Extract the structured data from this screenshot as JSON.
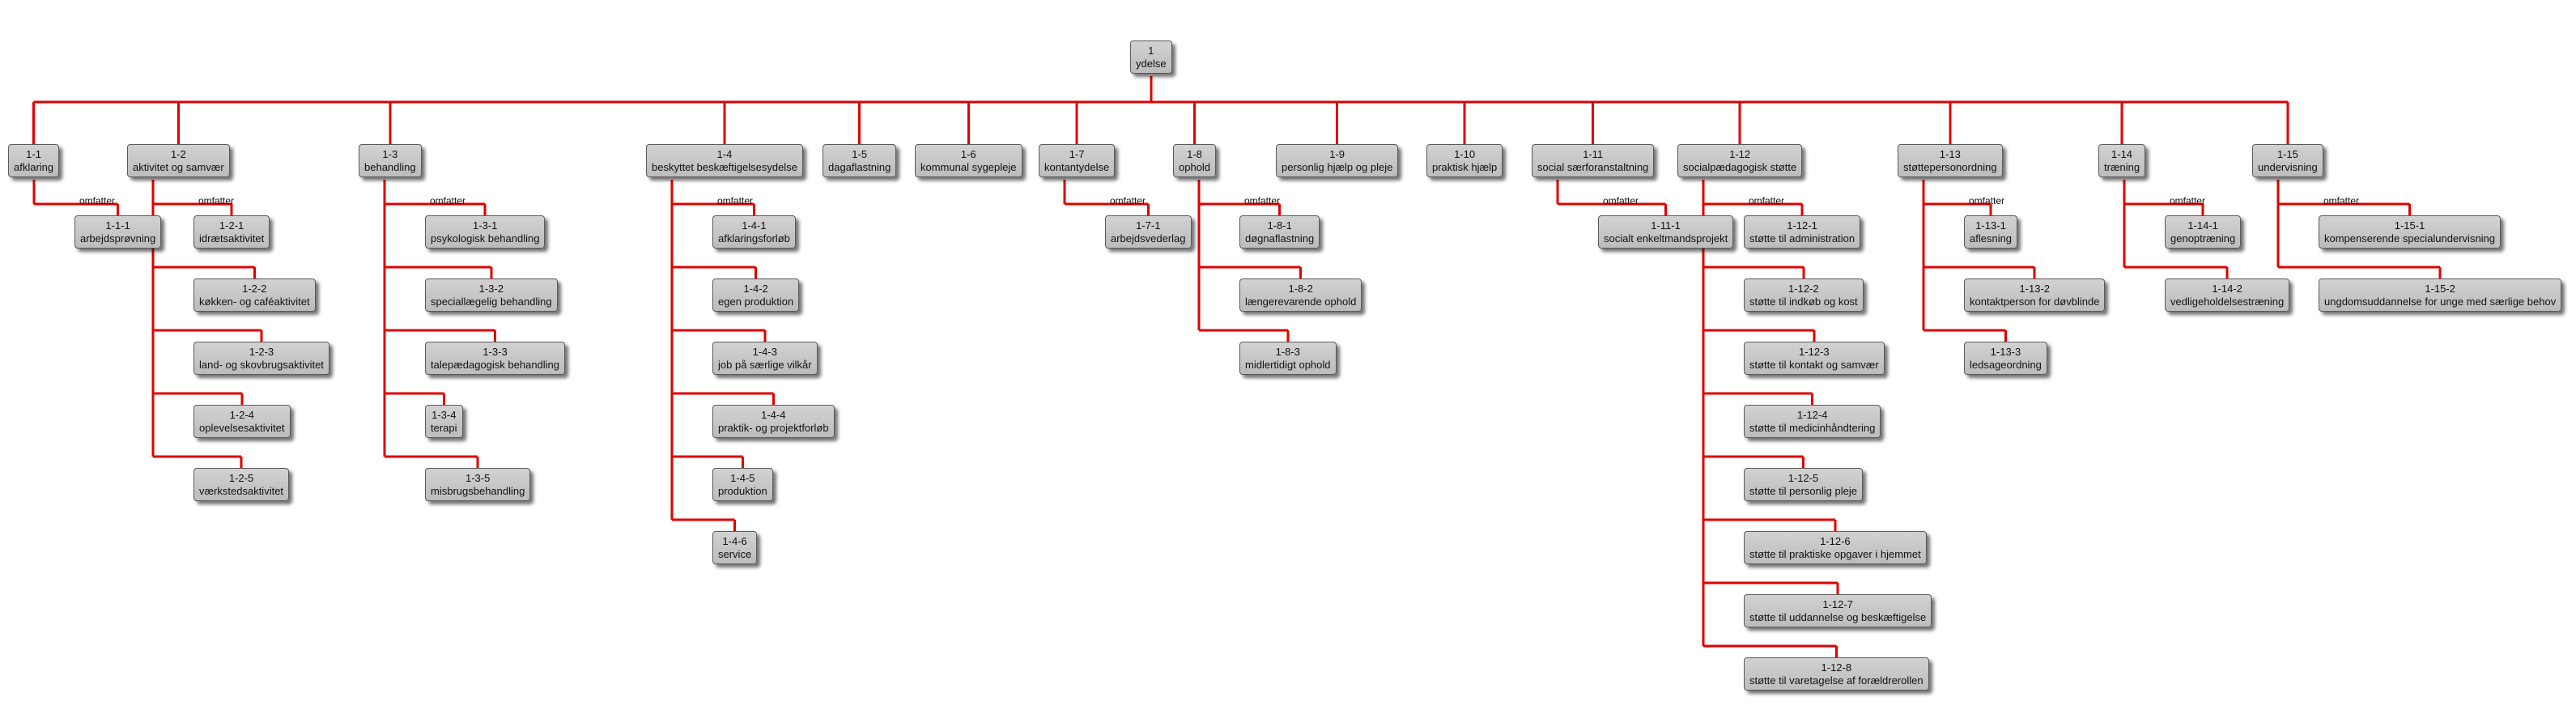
{
  "diagram": {
    "relation_label": "omfatter",
    "line_color": "#e00000",
    "root": {
      "code": "1",
      "label": "ydelse"
    },
    "groups": [
      {
        "code": "1-1",
        "label": "afklaring",
        "children": [
          {
            "code": "1-1-1",
            "label": "arbejdsprøvning"
          }
        ]
      },
      {
        "code": "1-2",
        "label": "aktivitet og samvær",
        "children": [
          {
            "code": "1-2-1",
            "label": "idrætsaktivitet"
          },
          {
            "code": "1-2-2",
            "label": "køkken- og caféaktivitet"
          },
          {
            "code": "1-2-3",
            "label": "land- og skovbrugsaktivitet"
          },
          {
            "code": "1-2-4",
            "label": "oplevelsesaktivitet"
          },
          {
            "code": "1-2-5",
            "label": "værkstedsaktivitet"
          }
        ]
      },
      {
        "code": "1-3",
        "label": "behandling",
        "children": [
          {
            "code": "1-3-1",
            "label": "psykologisk behandling"
          },
          {
            "code": "1-3-2",
            "label": "speciallægelig behandling"
          },
          {
            "code": "1-3-3",
            "label": "talepædagogisk behandling"
          },
          {
            "code": "1-3-4",
            "label": "terapi"
          },
          {
            "code": "1-3-5",
            "label": "misbrugsbehandling"
          }
        ]
      },
      {
        "code": "1-4",
        "label": "beskyttet beskæftigelsesydelse",
        "children": [
          {
            "code": "1-4-1",
            "label": "afklaringsforløb"
          },
          {
            "code": "1-4-2",
            "label": "egen produktion"
          },
          {
            "code": "1-4-3",
            "label": "job på særlige vilkår"
          },
          {
            "code": "1-4-4",
            "label": "praktik- og projektforløb"
          },
          {
            "code": "1-4-5",
            "label": "produktion"
          },
          {
            "code": "1-4-6",
            "label": "service"
          }
        ]
      },
      {
        "code": "1-5",
        "label": "dagaflastning",
        "children": []
      },
      {
        "code": "1-6",
        "label": "kommunal sygepleje",
        "children": []
      },
      {
        "code": "1-7",
        "label": "kontantydelse",
        "children": [
          {
            "code": "1-7-1",
            "label": "arbejdsvederlag"
          }
        ]
      },
      {
        "code": "1-8",
        "label": "ophold",
        "children": [
          {
            "code": "1-8-1",
            "label": "døgnaflastning"
          },
          {
            "code": "1-8-2",
            "label": "længerevarende ophold"
          },
          {
            "code": "1-8-3",
            "label": "midlertidigt ophold"
          }
        ]
      },
      {
        "code": "1-9",
        "label": "personlig hjælp og pleje",
        "children": []
      },
      {
        "code": "1-10",
        "label": "praktisk hjælp",
        "children": []
      },
      {
        "code": "1-11",
        "label": "social særforanstaltning",
        "children": [
          {
            "code": "1-11-1",
            "label": "socialt enkeltmandsprojekt"
          }
        ]
      },
      {
        "code": "1-12",
        "label": "socialpædagogisk støtte",
        "children": [
          {
            "code": "1-12-1",
            "label": "støtte til administration"
          },
          {
            "code": "1-12-2",
            "label": "støtte til indkøb og kost"
          },
          {
            "code": "1-12-3",
            "label": "støtte til kontakt og samvær"
          },
          {
            "code": "1-12-4",
            "label": "støtte til medicinhåndtering"
          },
          {
            "code": "1-12-5",
            "label": "støtte til personlig pleje"
          },
          {
            "code": "1-12-6",
            "label": "støtte til praktiske opgaver i hjemmet"
          },
          {
            "code": "1-12-7",
            "label": "støtte til uddannelse og beskæftigelse"
          },
          {
            "code": "1-12-8",
            "label": "støtte til varetagelse af forældrerollen"
          }
        ]
      },
      {
        "code": "1-13",
        "label": "støttepersonordning",
        "children": [
          {
            "code": "1-13-1",
            "label": "aflesning"
          },
          {
            "code": "1-13-2",
            "label": "kontaktperson for døvblinde"
          },
          {
            "code": "1-13-3",
            "label": "ledsageordning"
          }
        ]
      },
      {
        "code": "1-14",
        "label": "træning",
        "children": [
          {
            "code": "1-14-1",
            "label": "genoptræning"
          },
          {
            "code": "1-14-2",
            "label": "vedligeholdelsestræning"
          }
        ]
      },
      {
        "code": "1-15",
        "label": "undervisning",
        "children": [
          {
            "code": "1-15-1",
            "label": "kompenserende specialundervisning"
          },
          {
            "code": "1-15-2",
            "label": "ungdomsuddannelse for unge med særlige behov"
          }
        ]
      }
    ]
  }
}
